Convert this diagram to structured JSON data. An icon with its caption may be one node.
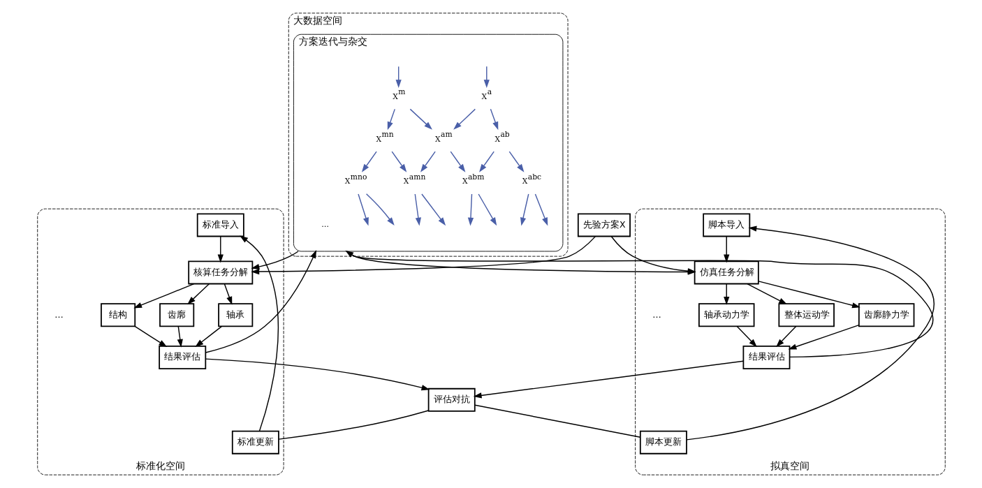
{
  "diagram": {
    "nodes": [
      {
        "text": [
          "大数据空间"
        ]
      },
      {
        "text": [
          "方案迭代与杂交"
        ],
        "in": 0
      },
      {
        "text": [
          "X$^{a}$"
        ],
        "in": 1
      },
      {
        "text": [
          "X$^{m}$"
        ],
        "in": 1
      },
      {
        "text": [
          "X$^{ab}$"
        ],
        "in": 1
      },
      {
        "text": [
          "X$^{am}$"
        ],
        "in": 1
      },
      {
        "text": [
          "X$^{mn}$"
        ],
        "in": 1
      },
      {
        "text": [
          "X$^{abc}$"
        ],
        "in": 1
      },
      {
        "text": [
          "X$^{abm}$"
        ],
        "in": 1
      },
      {
        "text": [
          "X$^{amn}$"
        ],
        "in": 1
      },
      {
        "text": [
          "X$^{mno}$"
        ],
        "in": 1
      },
      {
        "text": [
          "…"
        ],
        "in": 1
      },
      {
        "text": [
          "标准化空间"
        ]
      },
      {
        "text": [
          "标准导入"
        ],
        "in": 12
      },
      {
        "text": [
          "核算任务分解"
        ],
        "in": 12
      },
      {
        "text": [
          "齿廓"
        ],
        "in": 12
      },
      {
        "text": [
          "轴承"
        ],
        "in": 12
      },
      {
        "text": [
          "结构"
        ],
        "in": 12
      },
      {
        "text": [
          "结果评估"
        ],
        "in": 12
      },
      {
        "text": [
          "标准更新"
        ],
        "in": 12
      },
      {
        "text": [
          "先验方案X"
        ]
      },
      {
        "text": [
          "评估对抗"
        ]
      },
      {
        "text": [
          "拟真空间"
        ]
      },
      {
        "text": [
          "脚本导入"
        ],
        "in": 22
      },
      {
        "text": [
          "仿真任务分解"
        ],
        "in": 22
      },
      {
        "text": [
          "整体运动学"
        ],
        "in": 22
      },
      {
        "text": [
          "齿廓静力学"
        ],
        "in": 22
      },
      {
        "text": [
          "轴承动力学"
        ],
        "in": 22
      },
      {
        "text": [
          "结果评估"
        ],
        "in": 22
      },
      {
        "text": [
          "脚本更新"
        ],
        "in": 22
      }
    ],
    "edges": [
      {
        "from": null,
        "to": 2,
        "arrow": "to",
        "color": "#4a5fa8"
      },
      {
        "from": null,
        "to": 3,
        "arrow": "to",
        "color": "#4a5fa8"
      },
      {
        "from": 2,
        "to": 4,
        "arrow": "to",
        "color": "#4a5fa8"
      },
      {
        "from": 2,
        "to": 5,
        "arrow": "to",
        "color": "#4a5fa8"
      },
      {
        "from": 3,
        "to": 5,
        "arrow": "to",
        "color": "#4a5fa8"
      },
      {
        "from": 3,
        "to": 6,
        "arrow": "to",
        "color": "#4a5fa8"
      },
      {
        "from": 4,
        "to": 7,
        "arrow": "to",
        "color": "#4a5fa8"
      },
      {
        "from": 4,
        "to": 8,
        "arrow": "to",
        "color": "#4a5fa8"
      },
      {
        "from": 5,
        "to": 8,
        "arrow": "to",
        "color": "#4a5fa8"
      },
      {
        "from": 5,
        "to": 9,
        "arrow": "to",
        "color": "#4a5fa8"
      },
      {
        "from": 6,
        "to": 9,
        "arrow": "to",
        "color": "#4a5fa8"
      },
      {
        "from": 6,
        "to": 10,
        "arrow": "to",
        "color": "#4a5fa8"
      },
      {
        "from": 7,
        "to": null,
        "arrow": "to",
        "color": "#4a5fa8"
      },
      {
        "from": 7,
        "to": null,
        "arrow": "to",
        "color": "#4a5fa8"
      },
      {
        "from": 8,
        "to": null,
        "arrow": "to",
        "color": "#4a5fa8"
      },
      {
        "from": 8,
        "to": null,
        "arrow": "to",
        "color": "#4a5fa8"
      },
      {
        "from": 9,
        "to": null,
        "arrow": "to",
        "color": "#4a5fa8"
      },
      {
        "from": 9,
        "to": null,
        "arrow": "to",
        "color": "#4a5fa8"
      },
      {
        "from": 10,
        "to": null,
        "arrow": "to",
        "color": "#4a5fa8"
      },
      {
        "from": 10,
        "to": null,
        "arrow": "to",
        "color": "#4a5fa8"
      },
      {
        "from": 1,
        "to": 14,
        "arrow": "to"
      },
      {
        "from": 1,
        "to": 24,
        "arrow": "to"
      },
      {
        "from": 20,
        "to": 14,
        "arrow": "to"
      },
      {
        "from": 20,
        "to": 24,
        "arrow": "to"
      },
      {
        "from": 13,
        "to": 14,
        "arrow": "to"
      },
      {
        "from": 23,
        "to": 24,
        "arrow": "to"
      },
      {
        "from": 14,
        "to": 15,
        "arrow": "to"
      },
      {
        "from": 14,
        "to": 16,
        "arrow": "to"
      },
      {
        "from": 14,
        "to": 17,
        "arrow": "to"
      },
      {
        "from": 15,
        "to": 18,
        "arrow": "to"
      },
      {
        "from": 16,
        "to": 18,
        "arrow": "to"
      },
      {
        "from": 17,
        "to": 18,
        "arrow": "to"
      },
      {
        "from": 24,
        "to": 25,
        "arrow": "to"
      },
      {
        "from": 24,
        "to": 26,
        "arrow": "to"
      },
      {
        "from": 24,
        "to": 27,
        "arrow": "to"
      },
      {
        "from": 25,
        "to": 28,
        "arrow": "to"
      },
      {
        "from": 26,
        "to": 28,
        "arrow": "to"
      },
      {
        "from": 27,
        "to": 28,
        "arrow": "to"
      },
      {
        "from": 18,
        "to": 21,
        "arrow": "to"
      },
      {
        "from": 28,
        "to": 21,
        "arrow": "to"
      },
      {
        "from": 18,
        "to": 1,
        "arrow": "to"
      },
      {
        "from": 28,
        "to": 1,
        "arrow": "to"
      },
      {
        "from": 21,
        "to": 19,
        "arrow": "none"
      },
      {
        "from": 21,
        "to": 29,
        "arrow": "none"
      },
      {
        "from": 19,
        "to": 13,
        "arrow": "to"
      },
      {
        "from": 29,
        "to": 23,
        "arrow": "to"
      }
    ],
    "labels": [
      "…",
      "…"
    ]
  }
}
